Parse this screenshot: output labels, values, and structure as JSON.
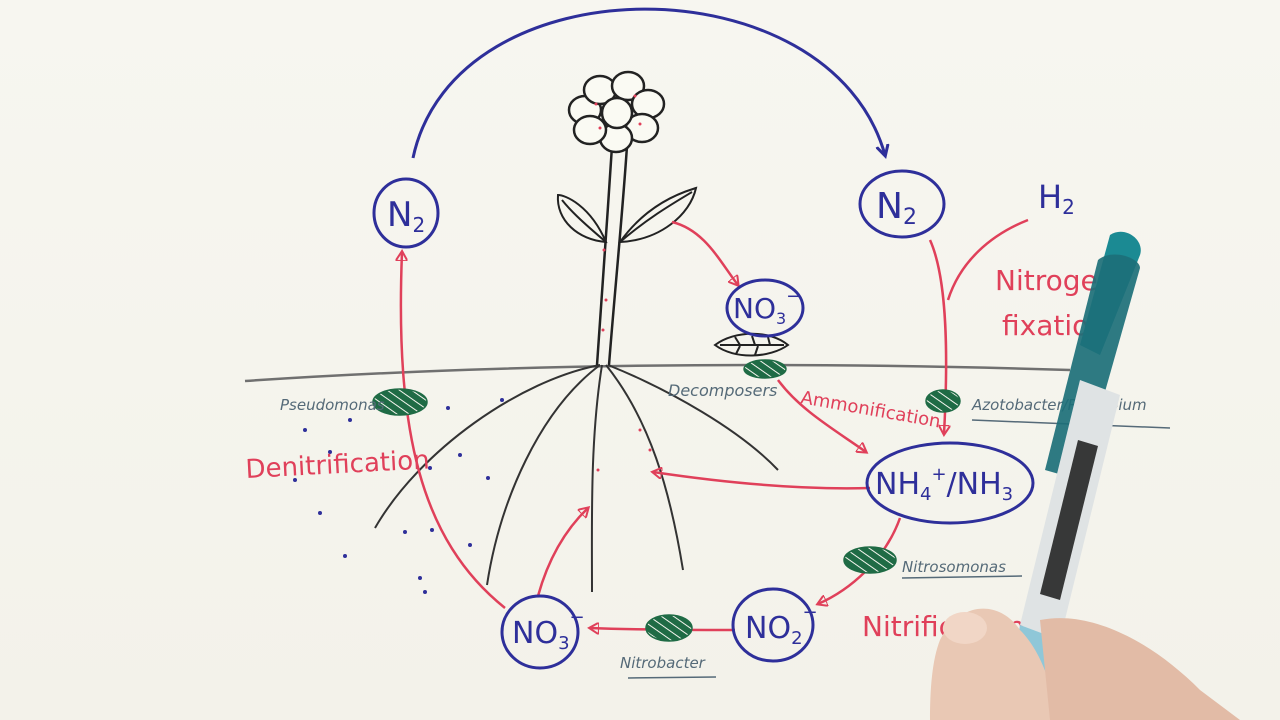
{
  "nodes": {
    "n2_left": {
      "main": "N",
      "sub": "2"
    },
    "n2_right": {
      "main": "N",
      "sub": "2"
    },
    "h2": {
      "main": "H",
      "sub": "2"
    },
    "no3_top": {
      "main": "NO",
      "sub": "3",
      "sup": "−"
    },
    "nh4_nh3": {
      "part1": "NH",
      "sub1": "4",
      "sup1": "+",
      "part2": "/NH",
      "sub2": "3"
    },
    "no2": {
      "main": "NO",
      "sub": "2",
      "sup": "−"
    },
    "no3_bottom": {
      "main": "NO",
      "sub": "3",
      "sup": "−"
    }
  },
  "processes": {
    "nitrogen_fixation_line1": "Nitrogen",
    "nitrogen_fixation_line2": "fixation",
    "ammonification": "Ammonification",
    "nitrification": "Nitrification",
    "denitrification": "Denitrification"
  },
  "organisms": {
    "pseudomonas": "Pseudomonas",
    "decomposers": "Decomposers",
    "azotobacter_rhizobium": "Azotobacter/Rhizobium",
    "nitrosomonas": "Nitrosomonas",
    "nitrobacter": "Nitrobacter"
  },
  "colors": {
    "blue": "#2e2f9a",
    "red": "#e0405a",
    "green": "#1f6b45",
    "ink": "#222222",
    "grey_text": "#556a78"
  }
}
